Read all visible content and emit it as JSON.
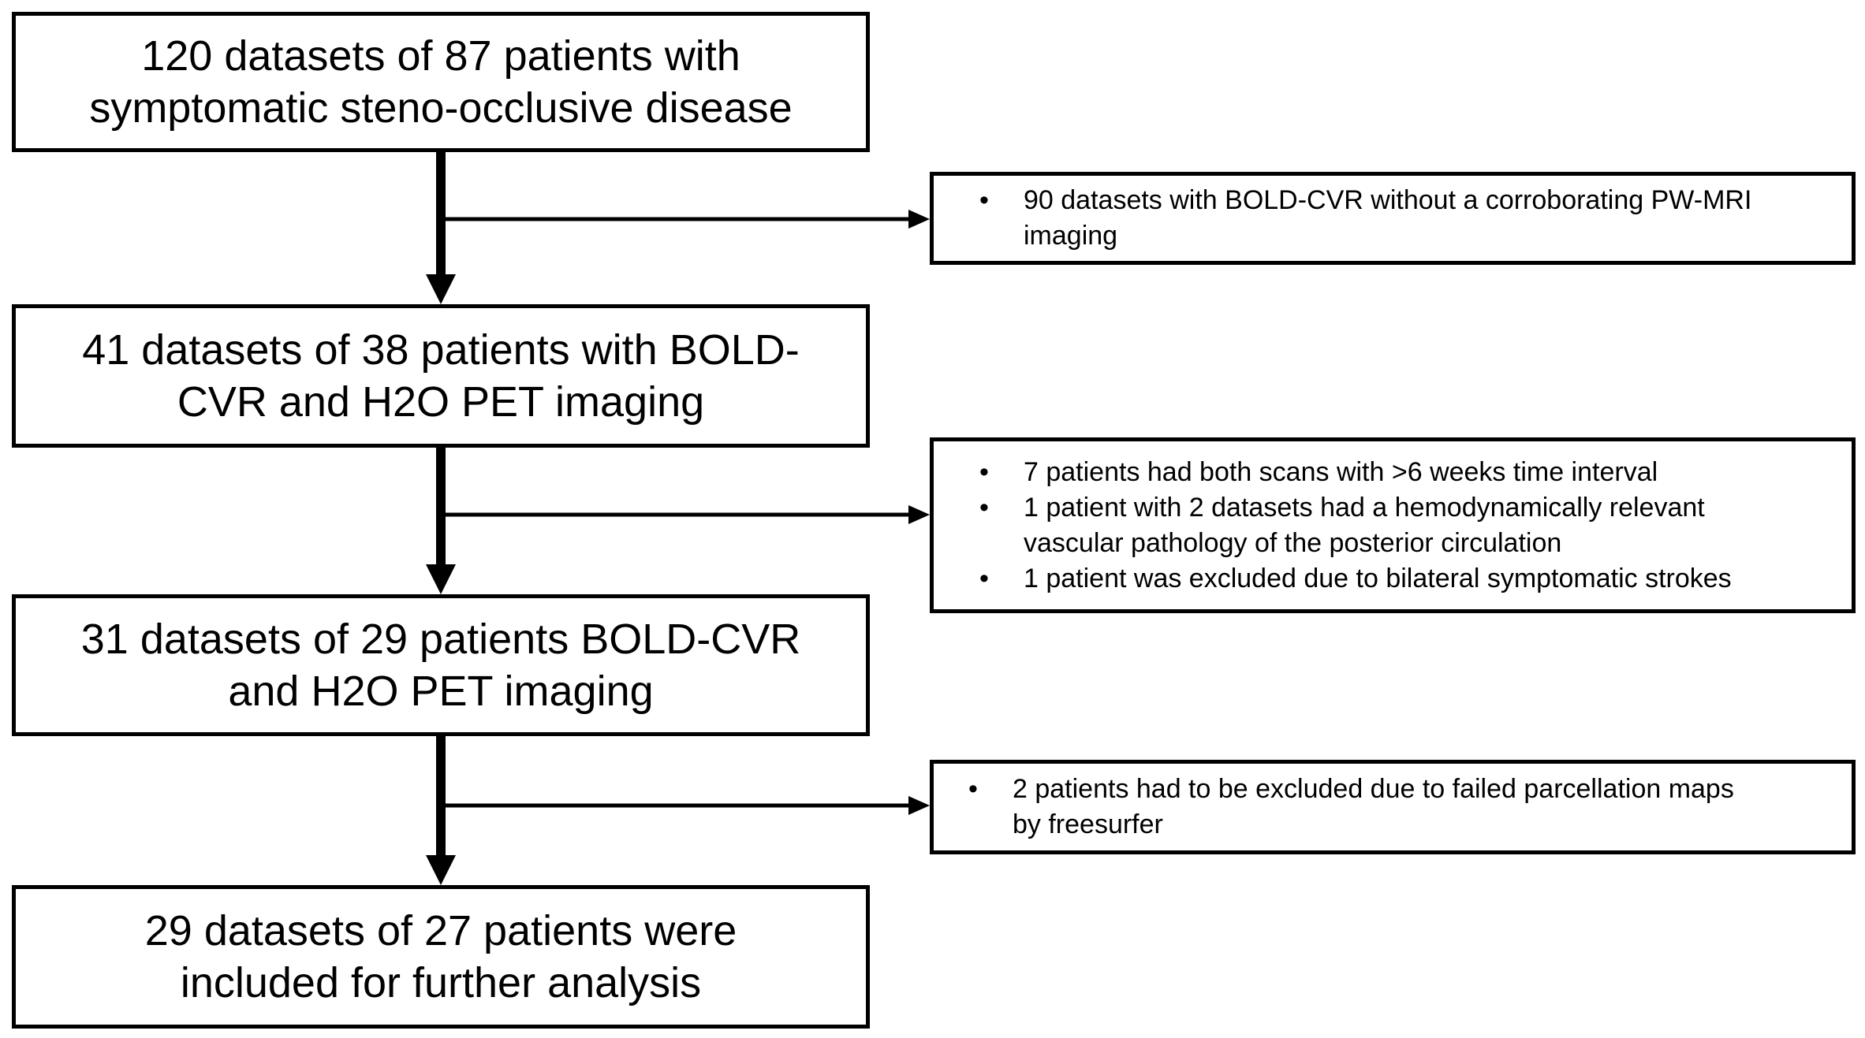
{
  "boxes": [
    {
      "lines": [
        "120 datasets of 87 patients with",
        "symptomatic steno-occlusive disease"
      ]
    },
    {
      "lines": [
        "41 datasets of 38 patients with BOLD-",
        "CVR and H2O PET imaging"
      ]
    },
    {
      "lines": [
        "31 datasets of 29 patients BOLD-CVR",
        "and H2O PET imaging"
      ]
    },
    {
      "lines": [
        "29 datasets of 27 patients were",
        "included for further analysis"
      ]
    }
  ],
  "exclusions": [
    {
      "items": [
        {
          "lines": [
            "90 datasets with BOLD-CVR without a corroborating PW-MRI",
            "imaging"
          ]
        }
      ]
    },
    {
      "items": [
        {
          "lines": [
            "7 patients had both scans with >6 weeks time interval"
          ]
        },
        {
          "lines": [
            "1 patient with 2 datasets had a hemodynamically relevant",
            "vascular pathology of the posterior circulation"
          ]
        },
        {
          "lines": [
            "1 patient was excluded due to bilateral symptomatic strokes"
          ]
        }
      ]
    },
    {
      "items": [
        {
          "lines": [
            "2 patients had to be excluded due to failed parcellation maps",
            "by freesurfer"
          ]
        }
      ]
    }
  ],
  "bullet_glyph": "•"
}
